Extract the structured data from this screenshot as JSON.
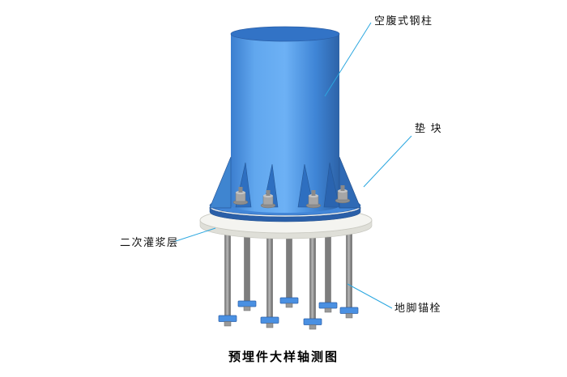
{
  "title": "预埋件大样轴测图",
  "labels": {
    "column": "空腹式钢柱",
    "pad": "垫 块",
    "grout": "二次灌浆层",
    "anchor": "地脚锚栓"
  },
  "colors": {
    "leader": "#2BA7E0",
    "column_top": "#3273C6",
    "base_plate": "#4286D8",
    "grout_top": "#F4F4F0",
    "grout_side": "#DFDFD8",
    "anchor_plate": "#4A90E2",
    "text": "#111111"
  }
}
